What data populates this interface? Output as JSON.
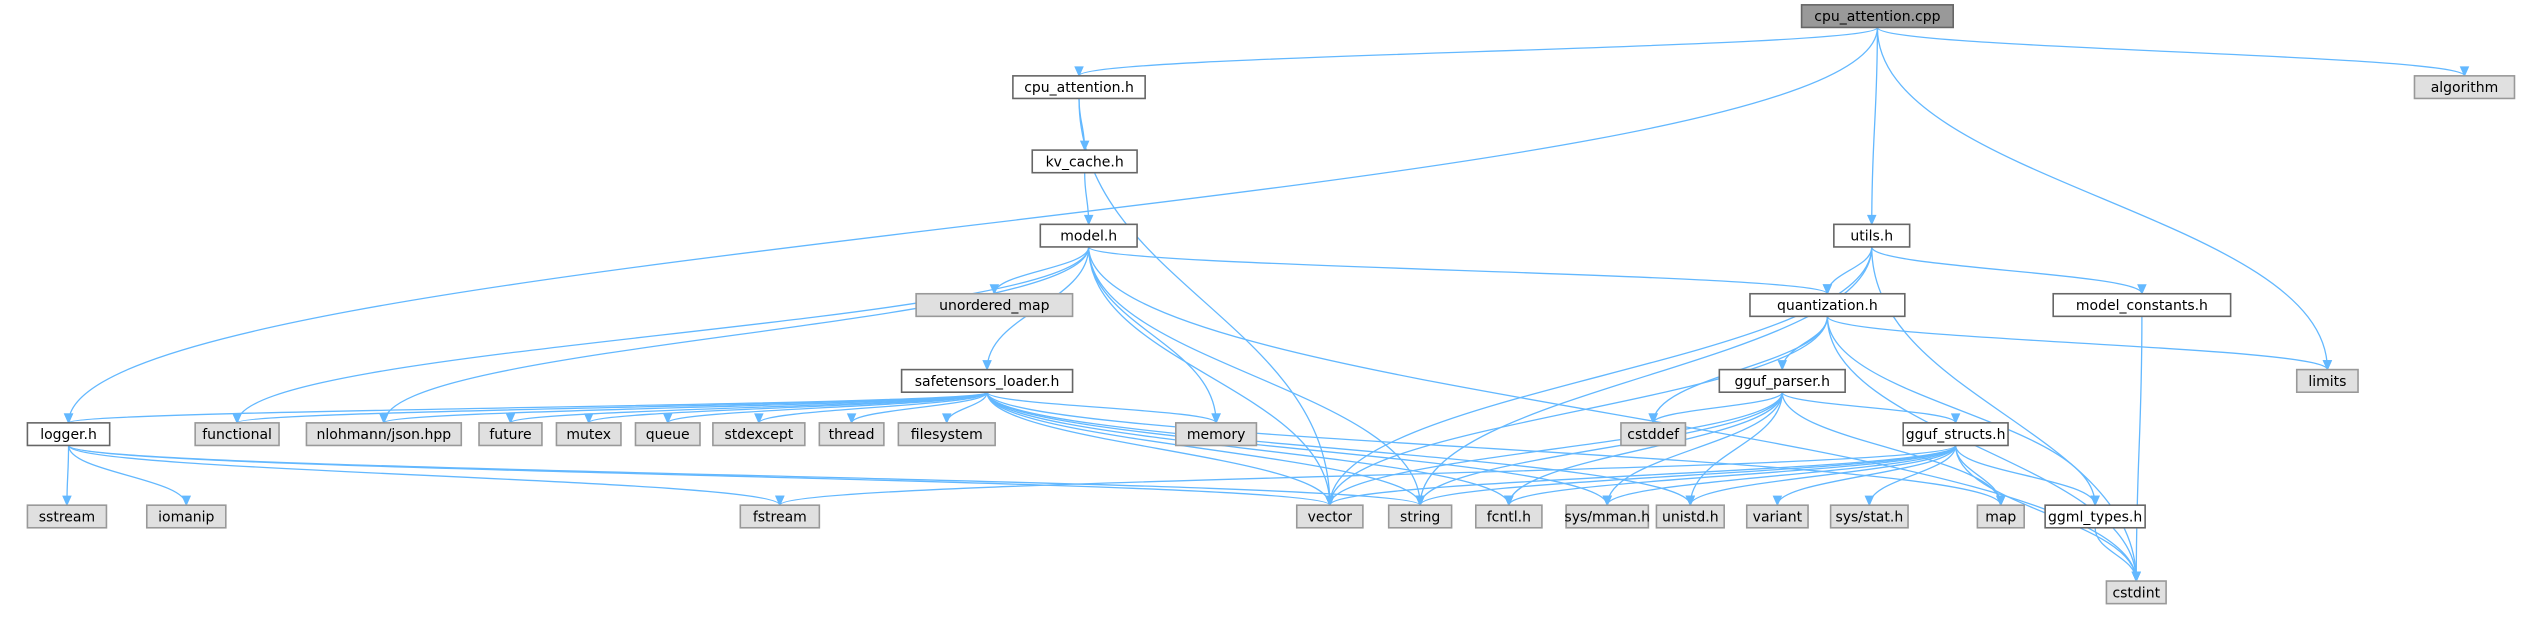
{
  "title": "cpu_attention.cpp",
  "colors": {
    "edge": "#63b8ff",
    "root_fill": "#999999",
    "internal_fill": "#ffffff",
    "external_fill": "#e0e0e0",
    "border": "#666666"
  },
  "nodes": [
    {
      "id": "cpu_attention_cpp",
      "label": "cpu_attention.cpp",
      "kind": "root"
    },
    {
      "id": "cpu_attention_h",
      "label": "cpu_attention.h",
      "kind": "internal"
    },
    {
      "id": "algorithm",
      "label": "algorithm",
      "kind": "external"
    },
    {
      "id": "kv_cache_h",
      "label": "kv_cache.h",
      "kind": "internal"
    },
    {
      "id": "model_h",
      "label": "model.h",
      "kind": "internal"
    },
    {
      "id": "utils_h",
      "label": "utils.h",
      "kind": "internal"
    },
    {
      "id": "unordered_map",
      "label": "unordered_map",
      "kind": "external"
    },
    {
      "id": "quantization_h",
      "label": "quantization.h",
      "kind": "internal"
    },
    {
      "id": "model_constants_h",
      "label": "model_constants.h",
      "kind": "internal"
    },
    {
      "id": "safetensors_loader_h",
      "label": "safetensors_loader.h",
      "kind": "internal"
    },
    {
      "id": "gguf_parser_h",
      "label": "gguf_parser.h",
      "kind": "internal"
    },
    {
      "id": "limits",
      "label": "limits",
      "kind": "external"
    },
    {
      "id": "logger_h",
      "label": "logger.h",
      "kind": "internal"
    },
    {
      "id": "functional",
      "label": "functional",
      "kind": "external"
    },
    {
      "id": "json_hpp",
      "label": "nlohmann/json.hpp",
      "kind": "external"
    },
    {
      "id": "future",
      "label": "future",
      "kind": "external"
    },
    {
      "id": "mutex",
      "label": "mutex",
      "kind": "external"
    },
    {
      "id": "queue",
      "label": "queue",
      "kind": "external"
    },
    {
      "id": "stdexcept",
      "label": "stdexcept",
      "kind": "external"
    },
    {
      "id": "thread",
      "label": "thread",
      "kind": "external"
    },
    {
      "id": "filesystem",
      "label": "filesystem",
      "kind": "external"
    },
    {
      "id": "memory",
      "label": "memory",
      "kind": "external"
    },
    {
      "id": "cstddef",
      "label": "cstddef",
      "kind": "external"
    },
    {
      "id": "gguf_structs_h",
      "label": "gguf_structs.h",
      "kind": "internal"
    },
    {
      "id": "sstream",
      "label": "sstream",
      "kind": "external"
    },
    {
      "id": "iomanip",
      "label": "iomanip",
      "kind": "external"
    },
    {
      "id": "fstream",
      "label": "fstream",
      "kind": "external"
    },
    {
      "id": "vector",
      "label": "vector",
      "kind": "external"
    },
    {
      "id": "string",
      "label": "string",
      "kind": "external"
    },
    {
      "id": "fcntl_h",
      "label": "fcntl.h",
      "kind": "external"
    },
    {
      "id": "sys_mman_h",
      "label": "sys/mman.h",
      "kind": "external"
    },
    {
      "id": "unistd_h",
      "label": "unistd.h",
      "kind": "external"
    },
    {
      "id": "variant",
      "label": "variant",
      "kind": "external"
    },
    {
      "id": "sys_stat_h",
      "label": "sys/stat.h",
      "kind": "external"
    },
    {
      "id": "map",
      "label": "map",
      "kind": "external"
    },
    {
      "id": "ggml_types_h",
      "label": "ggml_types.h",
      "kind": "internal"
    },
    {
      "id": "cstdint",
      "label": "cstdint",
      "kind": "external"
    }
  ],
  "edges": [
    [
      "cpu_attention_cpp",
      "cpu_attention_h"
    ],
    [
      "cpu_attention_cpp",
      "algorithm"
    ],
    [
      "cpu_attention_cpp",
      "logger_h"
    ],
    [
      "cpu_attention_cpp",
      "utils_h"
    ],
    [
      "cpu_attention_cpp",
      "limits"
    ],
    [
      "cpu_attention_h",
      "kv_cache_h"
    ],
    [
      "cpu_attention_h",
      "vector"
    ],
    [
      "kv_cache_h",
      "model_h"
    ],
    [
      "model_h",
      "unordered_map"
    ],
    [
      "model_h",
      "safetensors_loader_h"
    ],
    [
      "model_h",
      "quantization_h"
    ],
    [
      "model_h",
      "functional"
    ],
    [
      "model_h",
      "json_hpp"
    ],
    [
      "model_h",
      "memory"
    ],
    [
      "model_h",
      "vector"
    ],
    [
      "model_h",
      "string"
    ],
    [
      "model_h",
      "cstdint"
    ],
    [
      "utils_h",
      "quantization_h"
    ],
    [
      "utils_h",
      "model_constants_h"
    ],
    [
      "utils_h",
      "vector"
    ],
    [
      "utils_h",
      "string"
    ],
    [
      "utils_h",
      "cstdint"
    ],
    [
      "quantization_h",
      "gguf_parser_h"
    ],
    [
      "quantization_h",
      "limits"
    ],
    [
      "quantization_h",
      "cstddef"
    ],
    [
      "quantization_h",
      "vector"
    ],
    [
      "quantization_h",
      "ggml_types_h"
    ],
    [
      "quantization_h",
      "cstdint"
    ],
    [
      "model_constants_h",
      "cstdint"
    ],
    [
      "safetensors_loader_h",
      "logger_h"
    ],
    [
      "safetensors_loader_h",
      "functional"
    ],
    [
      "safetensors_loader_h",
      "json_hpp"
    ],
    [
      "safetensors_loader_h",
      "future"
    ],
    [
      "safetensors_loader_h",
      "mutex"
    ],
    [
      "safetensors_loader_h",
      "queue"
    ],
    [
      "safetensors_loader_h",
      "stdexcept"
    ],
    [
      "safetensors_loader_h",
      "thread"
    ],
    [
      "safetensors_loader_h",
      "filesystem"
    ],
    [
      "safetensors_loader_h",
      "memory"
    ],
    [
      "safetensors_loader_h",
      "vector"
    ],
    [
      "safetensors_loader_h",
      "string"
    ],
    [
      "safetensors_loader_h",
      "fcntl_h"
    ],
    [
      "safetensors_loader_h",
      "sys_mman_h"
    ],
    [
      "safetensors_loader_h",
      "unistd_h"
    ],
    [
      "safetensors_loader_h",
      "map"
    ],
    [
      "gguf_parser_h",
      "cstddef"
    ],
    [
      "gguf_parser_h",
      "gguf_structs_h"
    ],
    [
      "gguf_parser_h",
      "map"
    ],
    [
      "gguf_parser_h",
      "vector"
    ],
    [
      "gguf_parser_h",
      "string"
    ],
    [
      "gguf_parser_h",
      "fcntl_h"
    ],
    [
      "gguf_parser_h",
      "sys_mman_h"
    ],
    [
      "gguf_parser_h",
      "unistd_h"
    ],
    [
      "gguf_structs_h",
      "fstream"
    ],
    [
      "gguf_structs_h",
      "vector"
    ],
    [
      "gguf_structs_h",
      "string"
    ],
    [
      "gguf_structs_h",
      "fcntl_h"
    ],
    [
      "gguf_structs_h",
      "sys_mman_h"
    ],
    [
      "gguf_structs_h",
      "unistd_h"
    ],
    [
      "gguf_structs_h",
      "variant"
    ],
    [
      "gguf_structs_h",
      "sys_stat_h"
    ],
    [
      "gguf_structs_h",
      "map"
    ],
    [
      "gguf_structs_h",
      "ggml_types_h"
    ],
    [
      "gguf_structs_h",
      "cstdint"
    ],
    [
      "logger_h",
      "sstream"
    ],
    [
      "logger_h",
      "iomanip"
    ],
    [
      "logger_h",
      "fstream"
    ],
    [
      "logger_h",
      "vector"
    ],
    [
      "logger_h",
      "string"
    ],
    [
      "ggml_types_h",
      "cstdint"
    ]
  ]
}
